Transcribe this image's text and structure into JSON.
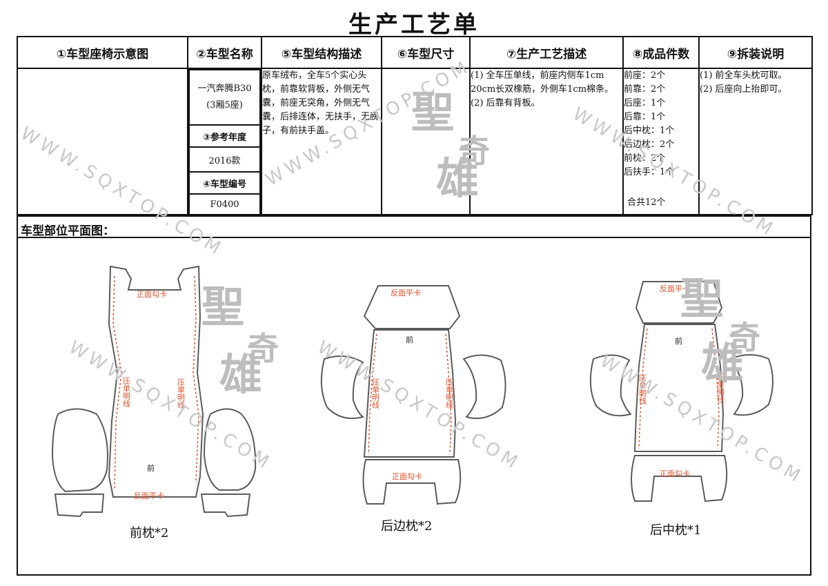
{
  "title": "生产工艺单",
  "columns": {
    "c1": "①车型座椅示意图",
    "c2": "②车型名称",
    "c5": "⑤车型结构描述",
    "c6": "⑥车型尺寸",
    "c7": "⑦生产工艺描述",
    "c8": "⑧成品件数",
    "c9": "⑨拆装说明"
  },
  "model": {
    "name": "一汽奔腾B30",
    "config": "(3厢5座)",
    "year_label": "③参考年度",
    "year": "2016款",
    "code_label": "④车型编号",
    "code": "F0400"
  },
  "structure": "原车绒布，全车5个实心头枕，前靠软背板，外侧无气囊，前座无突角，外侧无气囊，后排连体，无扶手，无膀子，有前扶手盖。",
  "process": [
    "(1) 全车压单线，前座内侧车1cm 20cm长双橡筋，外侧车1cm棉条。",
    "(2) 后靠有背板。"
  ],
  "pieces": [
    "前座：2个",
    "前靠：2个",
    "后座：1个",
    "后靠：1个",
    "后中枕：1个",
    "后边枕：2个",
    "前枕：2个",
    "后扶手：1个"
  ],
  "total": "合共12个",
  "install": [
    "(1) 前全车头枕可取。",
    "(2) 后座向上抬即可。"
  ],
  "plan_label": "车型部位平面图：",
  "watermark": {
    "url": "WWW.SQXTOP.COM",
    "logo_1": "聖",
    "logo_2": "奇",
    "logo_3": "雄"
  },
  "diagram": {
    "front_hook": "正面勾卡",
    "front_flat": "反面平卡",
    "stitch": "压单明线",
    "front": "前",
    "labels": [
      "前枕*2",
      "后边枕*2",
      "后中枕*1"
    ]
  },
  "colors": {
    "annotation": "#e0502a",
    "outline": "#5a5a5a",
    "watermark": "#c8c8c8"
  }
}
